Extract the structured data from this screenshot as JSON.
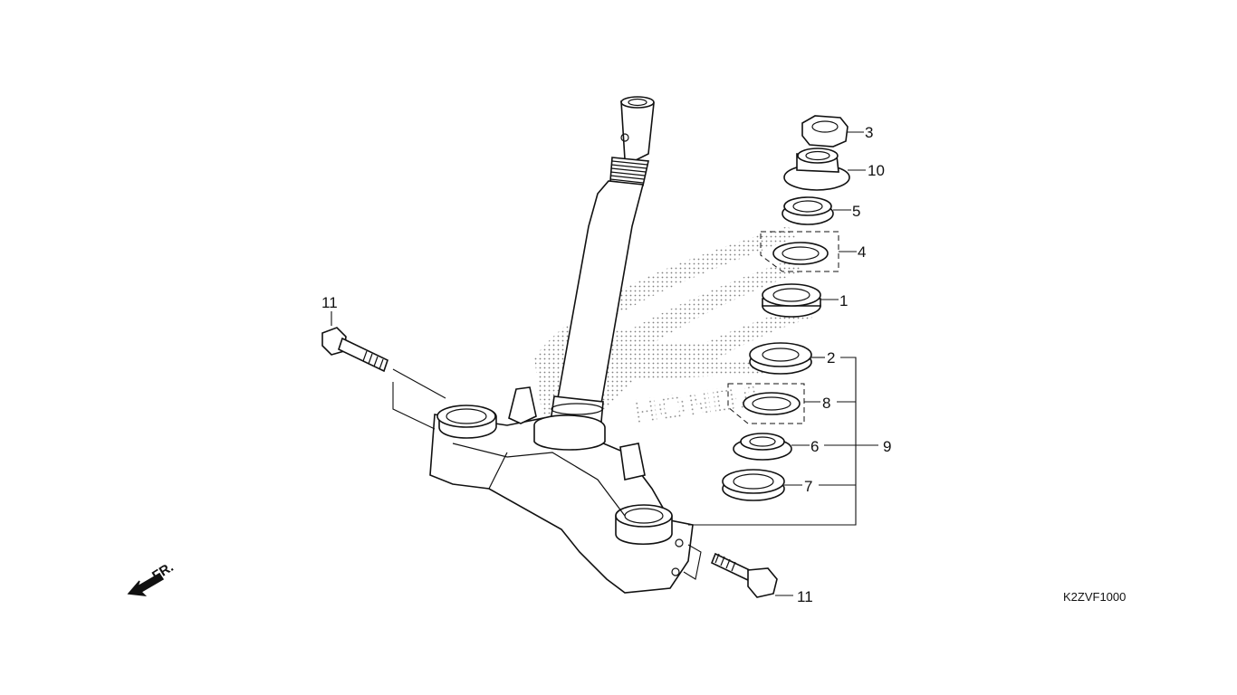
{
  "diagram": {
    "figure_code": "K2ZVF1000",
    "front_marker": "FR.",
    "watermark": "HONDA",
    "callouts": {
      "c1": "1",
      "c2": "2",
      "c3": "3",
      "c4": "4",
      "c5": "5",
      "c6": "6",
      "c7": "7",
      "c8": "8",
      "c9": "9",
      "c10": "10",
      "c11a": "11",
      "c11b": "11"
    }
  }
}
